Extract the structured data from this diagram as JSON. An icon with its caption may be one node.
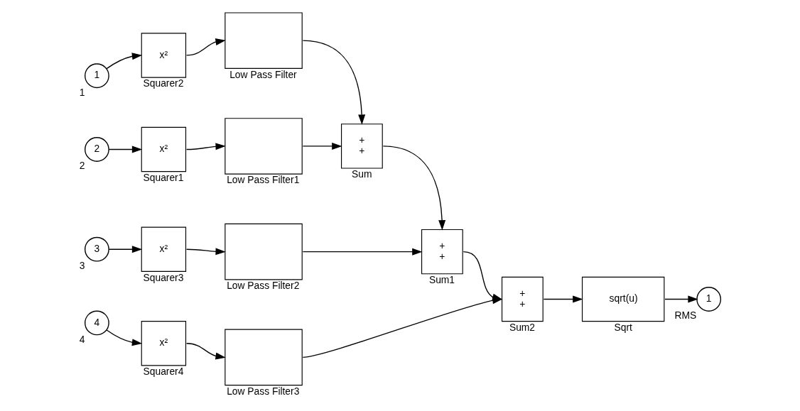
{
  "diagram": {
    "nodes": [
      {
        "text": [
          "1"
        ],
        "beside": [
          "1"
        ]
      },
      {
        "text": [
          "x²"
        ],
        "beside": [
          "Squarer2"
        ]
      },
      {
        "text": [],
        "shape": "box",
        "beside": [
          "Low Pass Filter"
        ]
      },
      {
        "text": [
          "+",
          "+"
        ],
        "beside": [
          "Sum"
        ]
      },
      {
        "text": [
          "+",
          "+"
        ],
        "beside": [
          "Sum1"
        ]
      },
      {
        "text": [
          "+",
          "+"
        ],
        "beside": [
          "Sum2"
        ]
      },
      {
        "text": [
          "sqrt(u)"
        ],
        "beside": [
          "Sqrt"
        ]
      },
      {
        "text": [
          "1"
        ],
        "beside": [
          "RMS"
        ]
      },
      {
        "text": [
          "2"
        ],
        "beside": [
          "2"
        ]
      },
      {
        "text": [
          "x²"
        ],
        "beside": [
          "Squarer1"
        ]
      },
      {
        "text": [],
        "shape": "box",
        "beside": [
          "Low Pass Filter1"
        ]
      },
      {
        "text": [
          "3"
        ],
        "beside": [
          "3"
        ]
      },
      {
        "text": [
          "x²"
        ],
        "beside": [
          "Squarer3"
        ]
      },
      {
        "text": [],
        "shape": "box",
        "beside": [
          "Low Pass Filter2"
        ]
      },
      {
        "text": [
          "4"
        ],
        "beside": [
          "4"
        ]
      },
      {
        "text": [
          "x²"
        ],
        "beside": [
          "Squarer4"
        ]
      },
      {
        "text": [],
        "shape": "box",
        "beside": [
          "Low Pass Filter3"
        ]
      }
    ],
    "edges": [
      {
        "from": 0,
        "to": 1,
        "arrow": "to"
      },
      {
        "from": 1,
        "to": 2,
        "arrow": "to"
      },
      {
        "from": 2,
        "to": 3,
        "arrow": "to"
      },
      {
        "from": 8,
        "to": 9,
        "arrow": "to"
      },
      {
        "from": 9,
        "to": 10,
        "arrow": "to"
      },
      {
        "from": 10,
        "to": 3,
        "arrow": "to"
      },
      {
        "from": 3,
        "to": 4,
        "arrow": "to"
      },
      {
        "from": 11,
        "to": 12,
        "arrow": "to"
      },
      {
        "from": 12,
        "to": 13,
        "arrow": "to"
      },
      {
        "from": 13,
        "to": 4,
        "arrow": "to"
      },
      {
        "from": 4,
        "to": 5,
        "arrow": "to"
      },
      {
        "from": 14,
        "to": 15,
        "arrow": "to"
      },
      {
        "from": 15,
        "to": 16,
        "arrow": "to"
      },
      {
        "from": 16,
        "to": 5,
        "arrow": "to"
      },
      {
        "from": 5,
        "to": 6,
        "arrow": "to"
      },
      {
        "from": 6,
        "to": 7,
        "arrow": "to"
      }
    ]
  }
}
